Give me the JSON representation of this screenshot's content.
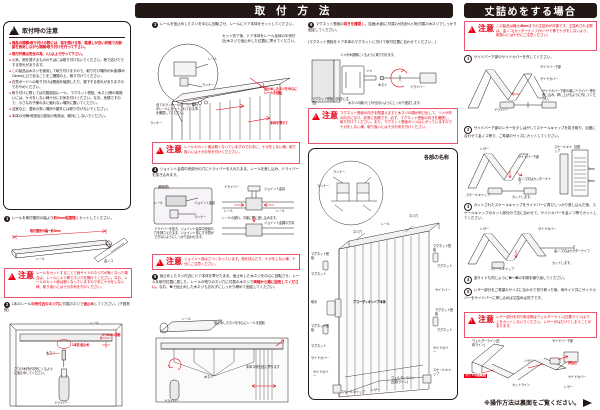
{
  "headers": {
    "install": "取 付 方 法",
    "shorten": "丈詰めをする場合"
  },
  "notice": {
    "title": "取付時の注意",
    "items": [
      "商品の開梱・取り付けの際には、窓を開ける等、風通しが良い状態でお部屋を換気しながら開梱・取り付けを行って下さい。",
      "取付作業は安全の為、2人以上で行って下さい。",
      "火気、熱を発するもののそばには取り付けないでください。熱で溶けたりする恐れがあります。",
      "この製品は木ネジを使用して取り付けますので、取り付け場所が木部(厚み10mm以上)であることをご確認の上、取り付けてください。",
      "石膏ボードへの取り付けは壁面を破損したり、落下する恐れがありますのでおやめください。",
      "取り付けに際しては付属部品(レール、マグネット受板、木ネジ)等の取扱いには、ケガをしない様十分にお気を付けください。なお、危険ですので、小さなお子様の手に触れない場所に置いてください。",
      "浴室など、湿気の多い場所や屋外には取り付けないでください。",
      "本体の分解・改造及び部品の改造は、絶対にしないでください。"
    ]
  },
  "install_steps": [
    {
      "n": "1",
      "text_parts": [
        "レールを取付箇所の幅より",
        "約5mm程度短く",
        "カットしてください。"
      ],
      "labels": [
        "取付箇所の幅ー約5mm",
        "レール",
        "金ノコ"
      ],
      "caution": {
        "tag": "注意",
        "text": "レールをカットすることで両サイドのネジ穴が無くなった場合は、レールにキリ等でネジ穴を開けてください。なお、レールのカット面は鋭くなっていますので手にケガをしない様、取り扱いには十分お気を付けください。"
      }
    },
    {
      "n": "2",
      "text_parts": [
        "1本のレール",
        "中央付近のネジ穴に",
        "付属のネジで",
        "仮止め",
        "してください。(下図参照)"
      ],
      "labels": [
        "レール",
        "木ネジ",
        "1本目 仮止め",
        "ドライバー",
        "2〜3mm 内側",
        "さりげ木材が中央にくるように仮止めしてください。"
      ]
    },
    {
      "n": "3",
      "text": "レールを仮止めしたネジを中心に回転させ、レールにドア本体をセットしてください。",
      "sub": "セット完了後、ドア本体をレール全体の中央付近(木ネジで仮止めした位置)に寄せてください。",
      "labels": [
        "レール",
        "ランナー",
        "全てのランナーのローラー部分がレールにセットされている事を確認してください。",
        "ランナー",
        "仮止めしたネジを中心にレールを回転",
        "本体を寄せて"
      ]
    },
    {
      "n": "4",
      "text": "ジョイント金具中央部分の穴にドライバーを入れたまま、レールを差し込み、ドライバーを抜き込みます。",
      "labels": [
        "(断面図)",
        "レール",
        "ジョイント金具",
        "ランナー",
        "ドライバー",
        "ジョイント金具",
        "レール",
        "レール",
        "レールの差れ、平面に隙に差し込みます。",
        "ドライバーを抜き、ジョイント金具中央部の穴を押さえたまま、ジョイント部にすき間ができないようにしっかり合わせます。",
        "ジョイント金具",
        "穴の方向"
      ],
      "caution": {
        "tag": "注意",
        "text": "ジョイント部はさつくなっています。指を挟んだり、ケガをしない様、十分にご注意ください。"
      },
      "prev_caution": {
        "tag": "注意",
        "text": "レールのカット面は鋭くなっていますのでお手に、ケガをしない様、取り扱いにはナかお気を付けくだださい。"
      }
    },
    {
      "n": "5",
      "text": "仮止めしたネジ付近にドア本体を寄せたまま、仮止めした木ネジを中心に回転させ、レールを取付位置に戻した、レールの残りのネジ穴に付属の木ネジで",
      "em": "両端から順に固定してください。",
      "tail": "なお、❷で仮止めした木ネジも忘れずにしっかり締めて固定してください。",
      "labels": [
        "レール",
        "仮止めしたネジを中心にレールを回転",
        "木ネジ",
        "ドライバー",
        "本体 中央付近に寄ります"
      ]
    },
    {
      "n": "6",
      "text": "マグネット受板の",
      "em": "向きを確認し",
      "text2": "、柱面(木部)に付属2カ所(計4ヶ所)付属の木ネジでしっかり固定してください。",
      "sub": "(マグネット受板をドア本体のマグネットに付けて取付位置に合わせてください。)",
      "labels": [
        "ツメが木部側にくるように取り付けます。",
        "ツメ",
        "マグネット受板 【向きに注意】",
        "木ネジ",
        "ドライバー",
        "木ネジの傾けとびが出ないようにしっかり固定します。"
      ],
      "caution": {
        "tag": "注意",
        "text": "マグネット受板の向きを間違えますと木ネジの頭が飛び出して、ツメが外の向きになり、非常に危険です。必ず、マグネット受板の向きを確認し、取り付けてください。また、マグネット受板のツメはとがっていますのでケガをしない様、取り扱いには十分お気を付けください。"
      }
    }
  ],
  "parts_diagram": {
    "title": "各部の名称",
    "labels": [
      "ランナー",
      "ランナー",
      "ネジ穴",
      "レール",
      "ネジ穴",
      "マグネット受板",
      "マグネット",
      "マグネット受板",
      "マグネット",
      "取手",
      "アコーディオンドア本体",
      "サイドバー",
      "マグネット受板",
      "マグネット",
      "マグネット受板",
      "マグネット",
      "サイドカバー",
      "サイドカバー",
      "サイドカバー",
      "スケールキャップ",
      "スケールキャップ",
      "ウェルダーライン(圧着ライン)",
      "レザー",
      "スケールキャップ"
    ]
  },
  "shorten": {
    "top_caution": {
      "tag": "注意",
      "text_parts": [
        "この製品は最大",
        "45cm",
        "までの丈詰めが可能です。丈詰めされる際は、金ノコ(カッターナイフ)やハサミ等でケガをしないよう、取扱いには十分にご注意ください。"
      ]
    },
    "steps": [
      {
        "n": "1",
        "text": "サイドバー下部のサイドカバーを外してください。",
        "labels": [
          "サイドバー下部",
          "サイドカバー",
          "サイドカバー下部の溝にドライバー等を差し込み、押し上げるように外してください。",
          "ドライバー"
        ]
      },
      {
        "n": "2",
        "text": "サイドバー下部のレザーを少しはがしてスケールキャップを抜き取り、目盛に合わせて金ノコ等で、ご希望のサイズにカットしてください。",
        "labels": [
          "レザー",
          "サイドバー下部",
          "スケールキャップ",
          "スケールキャップ",
          "金ノコ又はカッターナイフ",
          "カットします。",
          "目盛",
          "5mm",
          "5mm"
        ]
      },
      {
        "n": "3",
        "text": "カットされたスケールキャップをサイドバーに再びしっかり差し込んだ後、スケールキャップのカット部分の寸法に合わせて、サイドカバーを金ノコ等でカットしてください。",
        "labels": [
          "レザー",
          "サイドカバー",
          "金ノコ又はカッターナイフ",
          "カットします。",
          "スケールキャップ"
        ]
      },
      {
        "n": "4",
        "text": "逆サイドも同じように❶〜❸の手順を繰り返してください。"
      },
      {
        "n": "5",
        "text": "レザー部分をご希望のサイズに合わせて切り取った後、両サイド共にサイドカバーをサイドバーに押し込めば丈詰めは完了です。"
      }
    ],
    "bottom_caution": {
      "tag": "注意",
      "text": "レザー部分を切り取る際はウェルダーライン(圧着ライン)より上をカットしないでください。レザーがはだけてしまうことがあります。"
    },
    "bottom_labels": [
      "ウェルダーライン(圧着ライン)",
      "サイドバー下部",
      "ハサミ",
      "押込む",
      "カット可能範囲",
      "サイドカバー",
      "カットライン",
      "レザー"
    ]
  },
  "footer": {
    "note": "※操作方法は裏面をご覧ください。"
  },
  "colors": {
    "ink": "#231815",
    "red": "#e60012",
    "pink_border": "#e8546b"
  }
}
